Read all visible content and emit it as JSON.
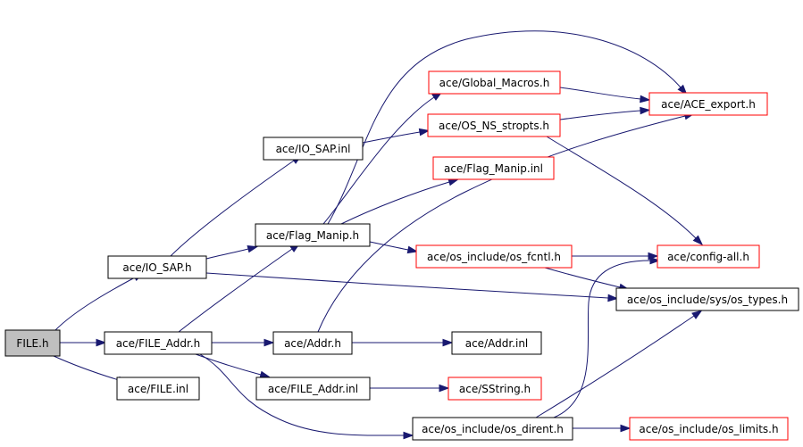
{
  "colors": {
    "edge": "#191970",
    "node_plain_border": "#000000",
    "node_red_border": "#ff0000",
    "root_fill": "#bfbfbf",
    "node_fill": "#ffffff"
  },
  "nodes": [
    {
      "id": "file_h",
      "label": "FILE.h",
      "style": "root"
    },
    {
      "id": "io_sap_h",
      "label": "ace/IO_SAP.h",
      "style": "plain"
    },
    {
      "id": "file_addr_h",
      "label": "ace/FILE_Addr.h",
      "style": "plain"
    },
    {
      "id": "file_inl",
      "label": "ace/FILE.inl",
      "style": "plain"
    },
    {
      "id": "io_sap_inl",
      "label": "ace/IO_SAP.inl",
      "style": "plain"
    },
    {
      "id": "flag_manip_h",
      "label": "ace/Flag_Manip.h",
      "style": "plain"
    },
    {
      "id": "addr_h",
      "label": "ace/Addr.h",
      "style": "plain"
    },
    {
      "id": "file_addr_inl",
      "label": "ace/FILE_Addr.inl",
      "style": "plain"
    },
    {
      "id": "global_macros_h",
      "label": "ace/Global_Macros.h",
      "style": "red"
    },
    {
      "id": "os_ns_stropts_h",
      "label": "ace/OS_NS_stropts.h",
      "style": "red"
    },
    {
      "id": "flag_manip_inl",
      "label": "ace/Flag_Manip.inl",
      "style": "red"
    },
    {
      "id": "os_fcntl_h",
      "label": "ace/os_include/os_fcntl.h",
      "style": "red"
    },
    {
      "id": "addr_inl",
      "label": "ace/Addr.inl",
      "style": "plain"
    },
    {
      "id": "sstring_h",
      "label": "ace/SString.h",
      "style": "red"
    },
    {
      "id": "os_dirent_h",
      "label": "ace/os_include/os_dirent.h",
      "style": "plain"
    },
    {
      "id": "ace_export_h",
      "label": "ace/ACE_export.h",
      "style": "red"
    },
    {
      "id": "config_all_h",
      "label": "ace/config-all.h",
      "style": "red"
    },
    {
      "id": "os_types_h",
      "label": "ace/os_include/sys/os_types.h",
      "style": "plain"
    },
    {
      "id": "os_limits_h",
      "label": "ace/os_include/os_limits.h",
      "style": "red"
    }
  ],
  "edges": [
    {
      "from": "file_h",
      "to": "io_sap_h"
    },
    {
      "from": "file_h",
      "to": "file_addr_h"
    },
    {
      "from": "file_h",
      "to": "file_inl"
    },
    {
      "from": "io_sap_h",
      "to": "io_sap_inl"
    },
    {
      "from": "io_sap_h",
      "to": "flag_manip_h"
    },
    {
      "from": "io_sap_h",
      "to": "os_types_h"
    },
    {
      "from": "io_sap_inl",
      "to": "os_ns_stropts_h"
    },
    {
      "from": "flag_manip_h",
      "to": "global_macros_h"
    },
    {
      "from": "flag_manip_h",
      "to": "ace_export_h"
    },
    {
      "from": "flag_manip_h",
      "to": "flag_manip_inl"
    },
    {
      "from": "flag_manip_h",
      "to": "os_fcntl_h"
    },
    {
      "from": "file_addr_h",
      "to": "flag_manip_h"
    },
    {
      "from": "file_addr_h",
      "to": "addr_h"
    },
    {
      "from": "file_addr_h",
      "to": "file_addr_inl"
    },
    {
      "from": "file_addr_h",
      "to": "os_dirent_h"
    },
    {
      "from": "addr_h",
      "to": "addr_inl"
    },
    {
      "from": "addr_h",
      "to": "ace_export_h"
    },
    {
      "from": "file_addr_inl",
      "to": "sstring_h"
    },
    {
      "from": "global_macros_h",
      "to": "ace_export_h"
    },
    {
      "from": "os_ns_stropts_h",
      "to": "ace_export_h"
    },
    {
      "from": "os_ns_stropts_h",
      "to": "config_all_h"
    },
    {
      "from": "os_fcntl_h",
      "to": "config_all_h"
    },
    {
      "from": "os_fcntl_h",
      "to": "os_types_h"
    },
    {
      "from": "os_dirent_h",
      "to": "config_all_h"
    },
    {
      "from": "os_dirent_h",
      "to": "os_types_h"
    },
    {
      "from": "os_dirent_h",
      "to": "os_limits_h"
    }
  ]
}
